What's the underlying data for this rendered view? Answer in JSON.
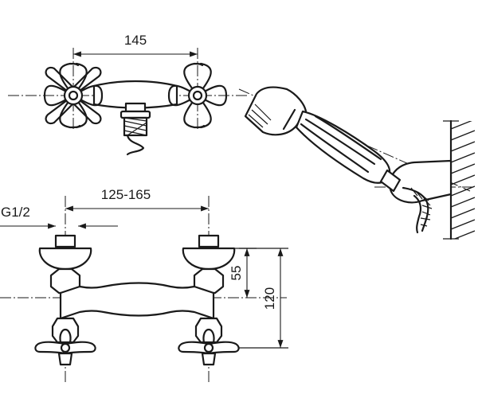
{
  "dimensions": {
    "top_spacing": "145",
    "bottom_spacing": "125-165",
    "thread": "G1/2",
    "height_small": "55",
    "height_large": "120"
  }
}
